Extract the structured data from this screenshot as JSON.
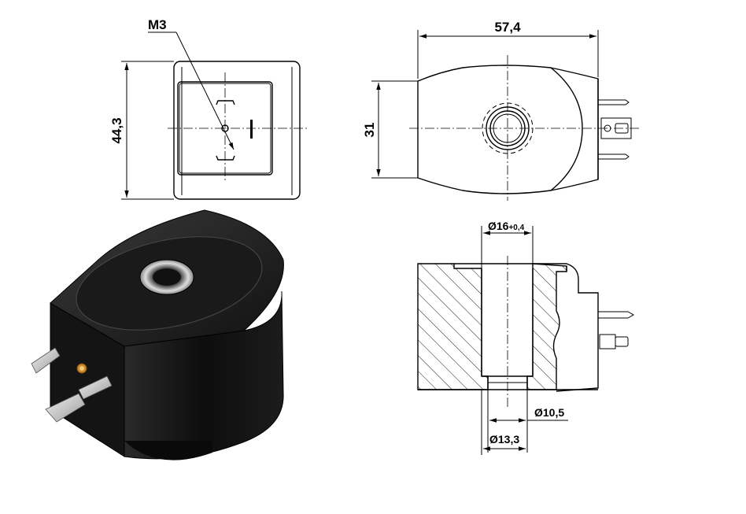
{
  "dimensions": {
    "thread": "M3",
    "height": "44,3",
    "width": "57,4",
    "depth": "31",
    "bore_main": "Ø16",
    "bore_tolerance": "+0,4",
    "bore_small": "Ø10,5",
    "bore_step": "Ø13,3"
  }
}
